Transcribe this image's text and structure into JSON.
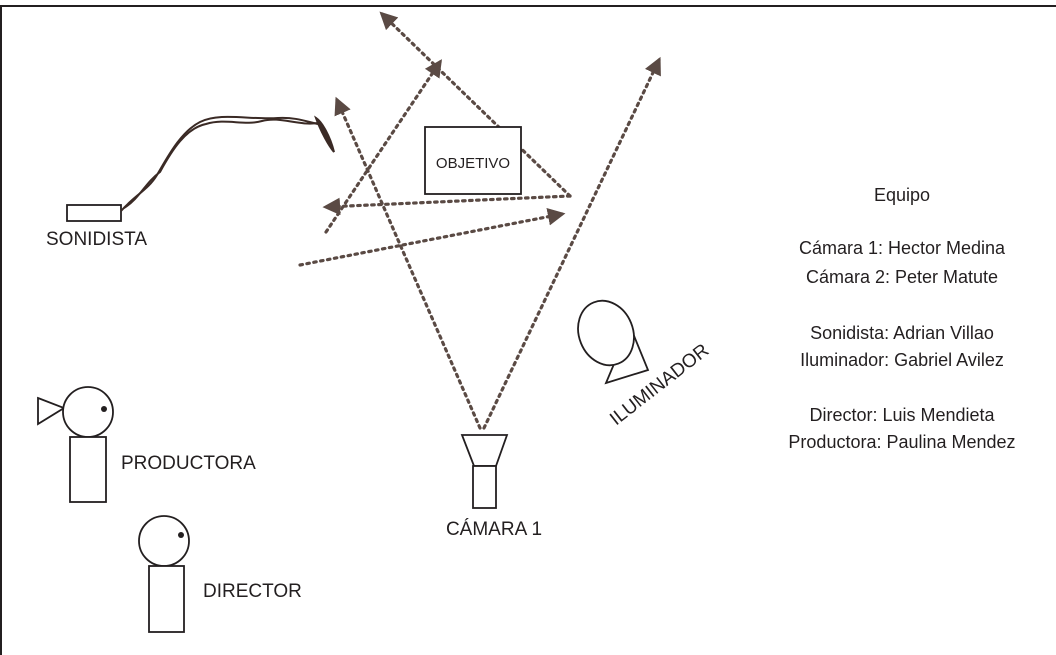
{
  "labels": {
    "sonidista": "SONIDISTA",
    "objetivo": "OBJETIVO",
    "productora": "PRODUCTORA",
    "director": "DIRECTOR",
    "camara1": "CÁMARA 1",
    "iluminador": "ILUMINADOR"
  },
  "team": {
    "title": "Equipo",
    "camara1": "Cámara 1: Hector Medina",
    "camara2": "Cámara 2: Peter Matute",
    "sonidista": "Sonidista: Adrian Villao",
    "iluminador": "Iluminador: Gabriel Avilez",
    "director": "Director: Luis Mendieta",
    "productora": "Productora: Paulina Mendez"
  },
  "colors": {
    "ink": "#231f20",
    "arrow": "#5a4a44",
    "boom": "#3a2a25"
  }
}
